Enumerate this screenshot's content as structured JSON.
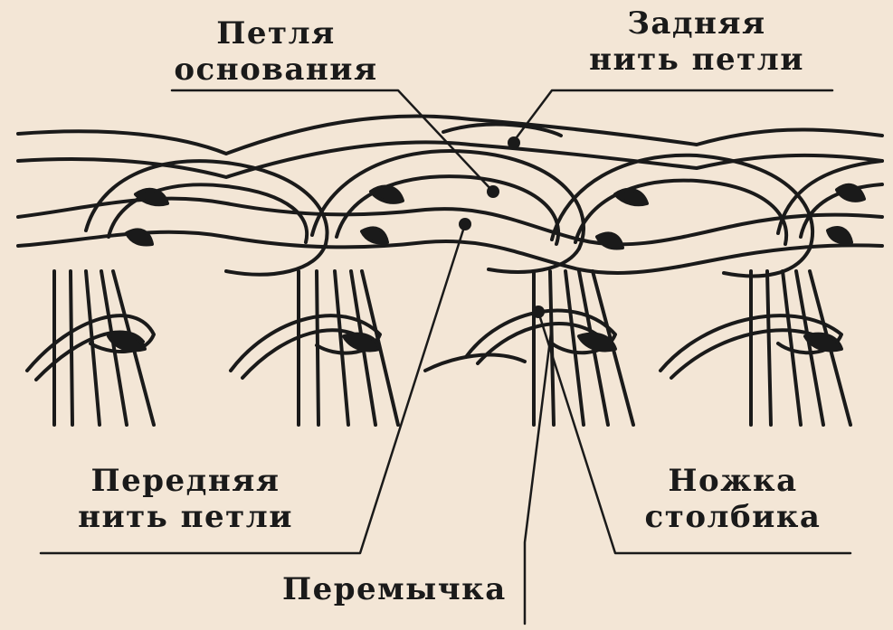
{
  "colors": {
    "background": "#f3e6d6",
    "ink": "#1a1a1a",
    "fill": "#f6eadb"
  },
  "labels": {
    "base_loop": [
      "Петля",
      "основания"
    ],
    "back_thread": [
      "Задняя",
      "нить петли"
    ],
    "front_thread": [
      "Передняя",
      "нить петли"
    ],
    "stitch_leg": [
      "Ножка",
      "столбика"
    ],
    "bridge": "Перемычка"
  }
}
